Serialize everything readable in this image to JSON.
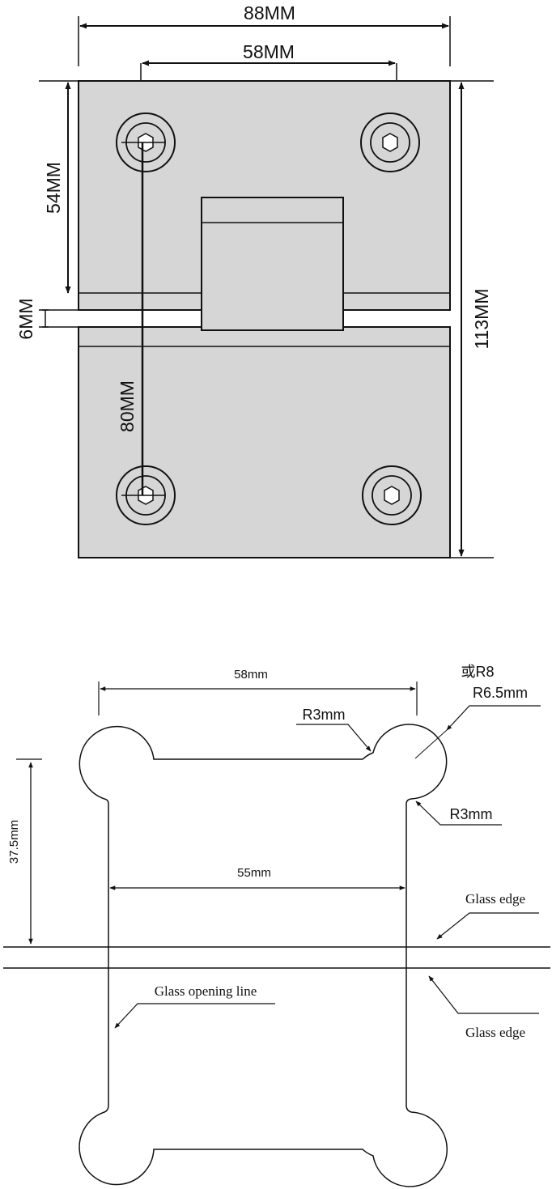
{
  "hinge_plate": {
    "width_label": "88MM",
    "hole_spacing_label": "58MM",
    "upper_height_label": "54MM",
    "gap_label": "6MM",
    "total_height_label": "113MM",
    "vertical_hole_spacing_label": "80MM",
    "plate_color": "#d6d6d6",
    "line_color": "#111111"
  },
  "cutout": {
    "top_span_label": "58mm",
    "radius_alt_label": "或R8",
    "radius_label": "R6.5mm",
    "inner_radius_top_label": "R3mm",
    "inner_radius_side_label": "R3mm",
    "depth_label": "37.5mm",
    "opening_width_label": "55mm",
    "glass_edge_top_label": "Glass edge",
    "glass_edge_bottom_label": "Glass edge",
    "glass_opening_label": "Glass opening line"
  }
}
